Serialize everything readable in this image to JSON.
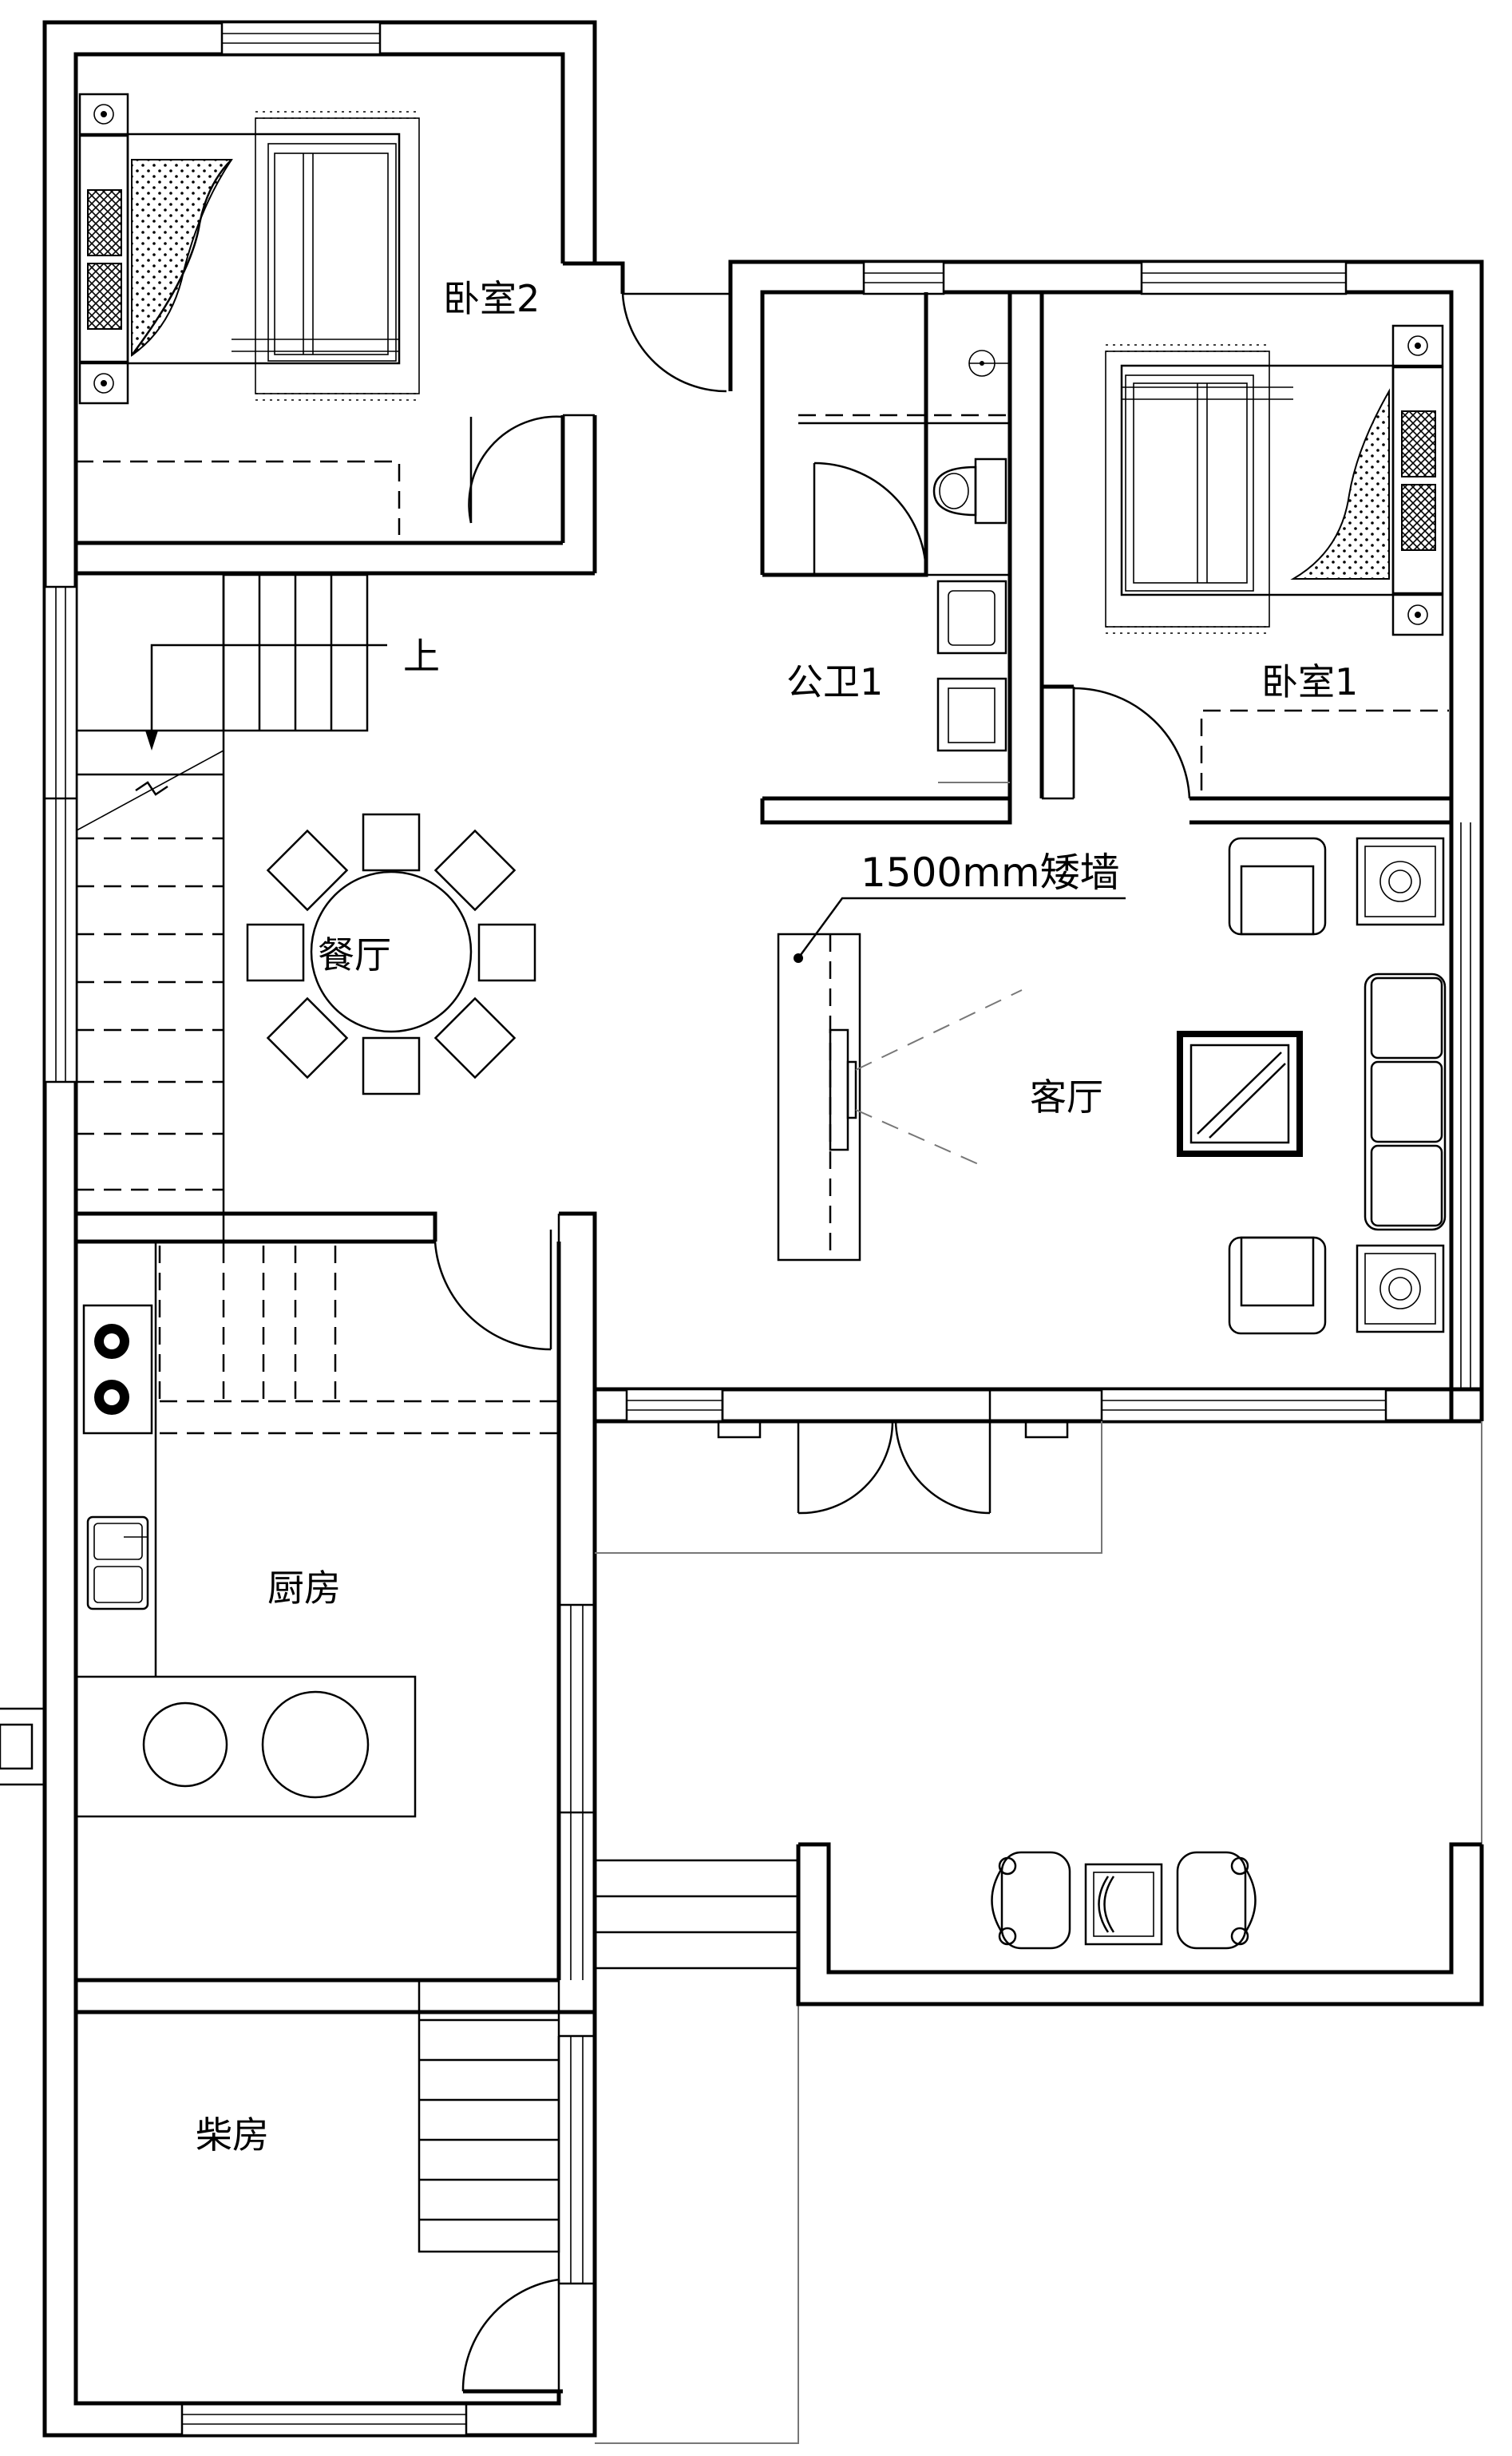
{
  "rooms": {
    "bedroom2": "卧室2",
    "bedroom1": "卧室1",
    "public_bath": "公卫1",
    "dining": "餐厅",
    "living": "客厅",
    "kitchen": "厨房",
    "woodshed": "柴房"
  },
  "stair_up": "上",
  "low_wall_note": "1500mm矮墙"
}
